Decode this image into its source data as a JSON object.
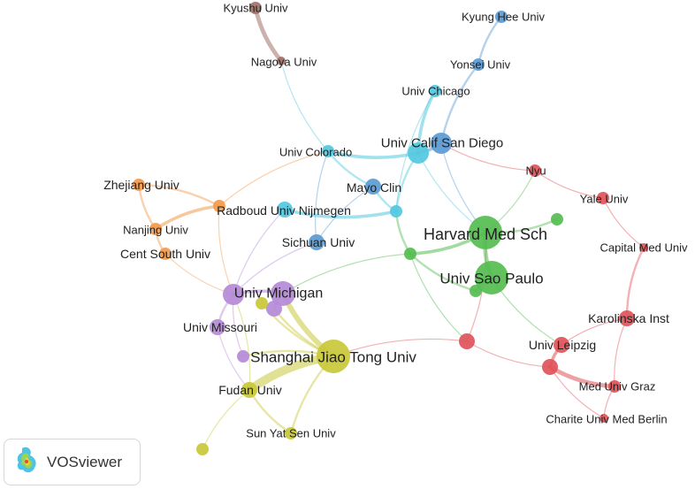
{
  "app": {
    "name": "VOSviewer",
    "logo_icon": "vosviewer-logo-icon"
  },
  "colors": {
    "red": "#e0545a",
    "green": "#55bd50",
    "blue": "#5b9bd5",
    "purple": "#b58ad8",
    "yellow": "#c9c83a",
    "cyan": "#52c8e0",
    "orange": "#f39a4c",
    "brown": "#a0726a"
  },
  "nodes": [
    {
      "id": "kyushu",
      "label": "Kyushu Univ",
      "cluster": "brown",
      "weight": 2
    },
    {
      "id": "nagoya",
      "label": "Nagoya Univ",
      "cluster": "brown",
      "weight": 1
    },
    {
      "id": "kyunghee",
      "label": "Kyung Hee Univ",
      "cluster": "blue",
      "weight": 2
    },
    {
      "id": "yonsei",
      "label": "Yonsei Univ",
      "cluster": "blue",
      "weight": 2
    },
    {
      "id": "uchicago",
      "label": "Univ Chicago",
      "cluster": "cyan",
      "weight": 2
    },
    {
      "id": "ucsd",
      "label": "Univ Calif San Diego",
      "cluster": "blue",
      "weight": 4
    },
    {
      "id": "colorado",
      "label": "Univ Colorado",
      "cluster": "cyan",
      "weight": 2
    },
    {
      "id": "ucsd_c",
      "label": "",
      "cluster": "cyan",
      "weight": 4
    },
    {
      "id": "mayo",
      "label": "Mayo Clin",
      "cluster": "blue",
      "weight": 3
    },
    {
      "id": "cyan_small",
      "label": "",
      "cluster": "cyan",
      "weight": 2
    },
    {
      "id": "zhejiang",
      "label": "Zhejiang Univ",
      "cluster": "orange",
      "weight": 2
    },
    {
      "id": "radboud",
      "label": "Radboud Univ Nijmegen",
      "cluster": "orange",
      "weight": 2
    },
    {
      "id": "radboud_c",
      "label": "",
      "cluster": "cyan",
      "weight": 3
    },
    {
      "id": "nanjing",
      "label": "Nanjing Univ",
      "cluster": "orange",
      "weight": 2
    },
    {
      "id": "centsouth",
      "label": "Cent South Univ",
      "cluster": "orange",
      "weight": 2
    },
    {
      "id": "sichuan",
      "label": "Sichuan Univ",
      "cluster": "blue",
      "weight": 3
    },
    {
      "id": "nyu",
      "label": "Nyu",
      "cluster": "red",
      "weight": 2
    },
    {
      "id": "yale",
      "label": "Yale Univ",
      "cluster": "red",
      "weight": 2
    },
    {
      "id": "capital",
      "label": "Capital Med Univ",
      "cluster": "red",
      "weight": 1
    },
    {
      "id": "harvard",
      "label": "Harvard Med Sch",
      "cluster": "green",
      "weight": 7
    },
    {
      "id": "green_small",
      "label": "",
      "cluster": "green",
      "weight": 2
    },
    {
      "id": "green_mid",
      "label": "",
      "cluster": "green",
      "weight": 2
    },
    {
      "id": "saopaulo",
      "label": "Univ Sao Paulo",
      "cluster": "green",
      "weight": 7
    },
    {
      "id": "green_sp",
      "label": "",
      "cluster": "green",
      "weight": 2
    },
    {
      "id": "michigan",
      "label": "Univ Michigan",
      "cluster": "purple",
      "weight": 5
    },
    {
      "id": "michigan_l",
      "label": "",
      "cluster": "purple",
      "weight": 4
    },
    {
      "id": "purple_small",
      "label": "",
      "cluster": "purple",
      "weight": 3
    },
    {
      "id": "yellow_small",
      "label": "",
      "cluster": "yellow",
      "weight": 2
    },
    {
      "id": "missouri",
      "label": "Univ Missouri",
      "cluster": "purple",
      "weight": 3
    },
    {
      "id": "shanghai",
      "label": "Shanghai Jiao Tong Univ",
      "cluster": "yellow",
      "weight": 7
    },
    {
      "id": "purple_sj",
      "label": "",
      "cluster": "purple",
      "weight": 2
    },
    {
      "id": "karolinska",
      "label": "Karolinska Inst",
      "cluster": "red",
      "weight": 3
    },
    {
      "id": "red_center",
      "label": "",
      "cluster": "red",
      "weight": 3
    },
    {
      "id": "leipzig",
      "label": "Univ Leipzig",
      "cluster": "red",
      "weight": 3
    },
    {
      "id": "red_lp",
      "label": "",
      "cluster": "red",
      "weight": 3
    },
    {
      "id": "graz",
      "label": "Med Univ Graz",
      "cluster": "red",
      "weight": 2
    },
    {
      "id": "charite",
      "label": "Charite Univ Med Berlin",
      "cluster": "red",
      "weight": 1
    },
    {
      "id": "fudan",
      "label": "Fudan Univ",
      "cluster": "yellow",
      "weight": 3
    },
    {
      "id": "sunyatsen",
      "label": "Sun Yat Sen Univ",
      "cluster": "yellow",
      "weight": 2
    },
    {
      "id": "yellow_bl",
      "label": "",
      "cluster": "yellow",
      "weight": 2
    }
  ],
  "links": [
    {
      "source": "kyushu",
      "target": "nagoya",
      "cluster": "brown",
      "strength": 4
    },
    {
      "source": "nagoya",
      "target": "colorado",
      "cluster": "cyan",
      "strength": 1
    },
    {
      "source": "kyunghee",
      "target": "yonsei",
      "cluster": "blue",
      "strength": 2
    },
    {
      "source": "yonsei",
      "target": "ucsd",
      "cluster": "blue",
      "strength": 2
    },
    {
      "source": "uchicago",
      "target": "ucsd_c",
      "cluster": "cyan",
      "strength": 3
    },
    {
      "source": "uchicago",
      "target": "cyan_small",
      "cluster": "cyan",
      "strength": 1
    },
    {
      "source": "colorado",
      "target": "ucsd_c",
      "cluster": "cyan",
      "strength": 3
    },
    {
      "source": "colorado",
      "target": "mayo",
      "cluster": "cyan",
      "strength": 2
    },
    {
      "source": "colorado",
      "target": "radboud",
      "cluster": "orange",
      "strength": 1
    },
    {
      "source": "colorado",
      "target": "sichuan",
      "cluster": "blue",
      "strength": 1
    },
    {
      "source": "ucsd_c",
      "target": "ucsd",
      "cluster": "blue",
      "strength": 3
    },
    {
      "source": "ucsd_c",
      "target": "cyan_small",
      "cluster": "cyan",
      "strength": 2
    },
    {
      "source": "ucsd_c",
      "target": "harvard",
      "cluster": "cyan",
      "strength": 1
    },
    {
      "source": "ucsd",
      "target": "harvard",
      "cluster": "blue",
      "strength": 1
    },
    {
      "source": "ucsd",
      "target": "nyu",
      "cluster": "red",
      "strength": 1
    },
    {
      "source": "mayo",
      "target": "cyan_small",
      "cluster": "cyan",
      "strength": 2
    },
    {
      "source": "mayo",
      "target": "sichuan",
      "cluster": "blue",
      "strength": 1
    },
    {
      "source": "radboud_c",
      "target": "cyan_small",
      "cluster": "cyan",
      "strength": 3
    },
    {
      "source": "radboud",
      "target": "zhejiang",
      "cluster": "orange",
      "strength": 2
    },
    {
      "source": "radboud",
      "target": "nanjing",
      "cluster": "orange",
      "strength": 3
    },
    {
      "source": "zhejiang",
      "target": "nanjing",
      "cluster": "orange",
      "strength": 2
    },
    {
      "source": "nanjing",
      "target": "centsouth",
      "cluster": "orange",
      "strength": 2
    },
    {
      "source": "radboud",
      "target": "michigan_l",
      "cluster": "orange",
      "strength": 1
    },
    {
      "source": "centsouth",
      "target": "michigan_l",
      "cluster": "orange",
      "strength": 1
    },
    {
      "source": "sichuan",
      "target": "michigan_l",
      "cluster": "purple",
      "strength": 1
    },
    {
      "source": "radboud_c",
      "target": "michigan_l",
      "cluster": "purple",
      "strength": 1
    },
    {
      "source": "cyan_small",
      "target": "green_mid",
      "cluster": "green",
      "strength": 2
    },
    {
      "source": "green_mid",
      "target": "harvard",
      "cluster": "green",
      "strength": 3
    },
    {
      "source": "harvard",
      "target": "saopaulo",
      "cluster": "green",
      "strength": 4
    },
    {
      "source": "harvard",
      "target": "green_small",
      "cluster": "green",
      "strength": 2
    },
    {
      "source": "saopaulo",
      "target": "green_sp",
      "cluster": "green",
      "strength": 2
    },
    {
      "source": "green_mid",
      "target": "green_sp",
      "cluster": "green",
      "strength": 2
    },
    {
      "source": "green_mid",
      "target": "michigan",
      "cluster": "green",
      "strength": 1
    },
    {
      "source": "harvard",
      "target": "nyu",
      "cluster": "green",
      "strength": 1
    },
    {
      "source": "saopaulo",
      "target": "leipzig",
      "cluster": "green",
      "strength": 1
    },
    {
      "source": "green_mid",
      "target": "red_center",
      "cluster": "green",
      "strength": 1
    },
    {
      "source": "nyu",
      "target": "yale",
      "cluster": "red",
      "strength": 1
    },
    {
      "source": "yale",
      "target": "capital",
      "cluster": "red",
      "strength": 1
    },
    {
      "source": "capital",
      "target": "karolinska",
      "cluster": "red",
      "strength": 2
    },
    {
      "source": "karolinska",
      "target": "graz",
      "cluster": "red",
      "strength": 1
    },
    {
      "source": "karolinska",
      "target": "leipzig",
      "cluster": "red",
      "strength": 1
    },
    {
      "source": "leipzig",
      "target": "red_lp",
      "cluster": "red",
      "strength": 3
    },
    {
      "source": "red_lp",
      "target": "graz",
      "cluster": "red",
      "strength": 4
    },
    {
      "source": "graz",
      "target": "charite",
      "cluster": "red",
      "strength": 1
    },
    {
      "source": "red_lp",
      "target": "charite",
      "cluster": "red",
      "strength": 1
    },
    {
      "source": "red_center",
      "target": "red_lp",
      "cluster": "red",
      "strength": 1
    },
    {
      "source": "red_center",
      "target": "shanghai",
      "cluster": "red",
      "strength": 1
    },
    {
      "source": "red_center",
      "target": "harvard",
      "cluster": "red",
      "strength": 1
    },
    {
      "source": "michigan",
      "target": "michigan_l",
      "cluster": "purple",
      "strength": 3
    },
    {
      "source": "michigan",
      "target": "purple_small",
      "cluster": "purple",
      "strength": 2
    },
    {
      "source": "michigan_l",
      "target": "missouri",
      "cluster": "purple",
      "strength": 2
    },
    {
      "source": "michigan_l",
      "target": "purple_sj",
      "cluster": "purple",
      "strength": 1
    },
    {
      "source": "purple_small",
      "target": "shanghai",
      "cluster": "yellow",
      "strength": 2
    },
    {
      "source": "michigan",
      "target": "shanghai",
      "cluster": "yellow",
      "strength": 5
    },
    {
      "source": "yellow_small",
      "target": "shanghai",
      "cluster": "yellow",
      "strength": 2
    },
    {
      "source": "shanghai",
      "target": "fudan",
      "cluster": "yellow",
      "strength": 8
    },
    {
      "source": "shanghai",
      "target": "sunyatsen",
      "cluster": "yellow",
      "strength": 2
    },
    {
      "source": "shanghai",
      "target": "purple_sj",
      "cluster": "yellow",
      "strength": 2
    },
    {
      "source": "fudan",
      "target": "sunyatsen",
      "cluster": "yellow",
      "strength": 2
    },
    {
      "source": "fudan",
      "target": "yellow_bl",
      "cluster": "yellow",
      "strength": 1
    },
    {
      "source": "fudan",
      "target": "michigan_l",
      "cluster": "yellow",
      "strength": 1
    },
    {
      "source": "missouri",
      "target": "fudan",
      "cluster": "purple",
      "strength": 1
    }
  ]
}
